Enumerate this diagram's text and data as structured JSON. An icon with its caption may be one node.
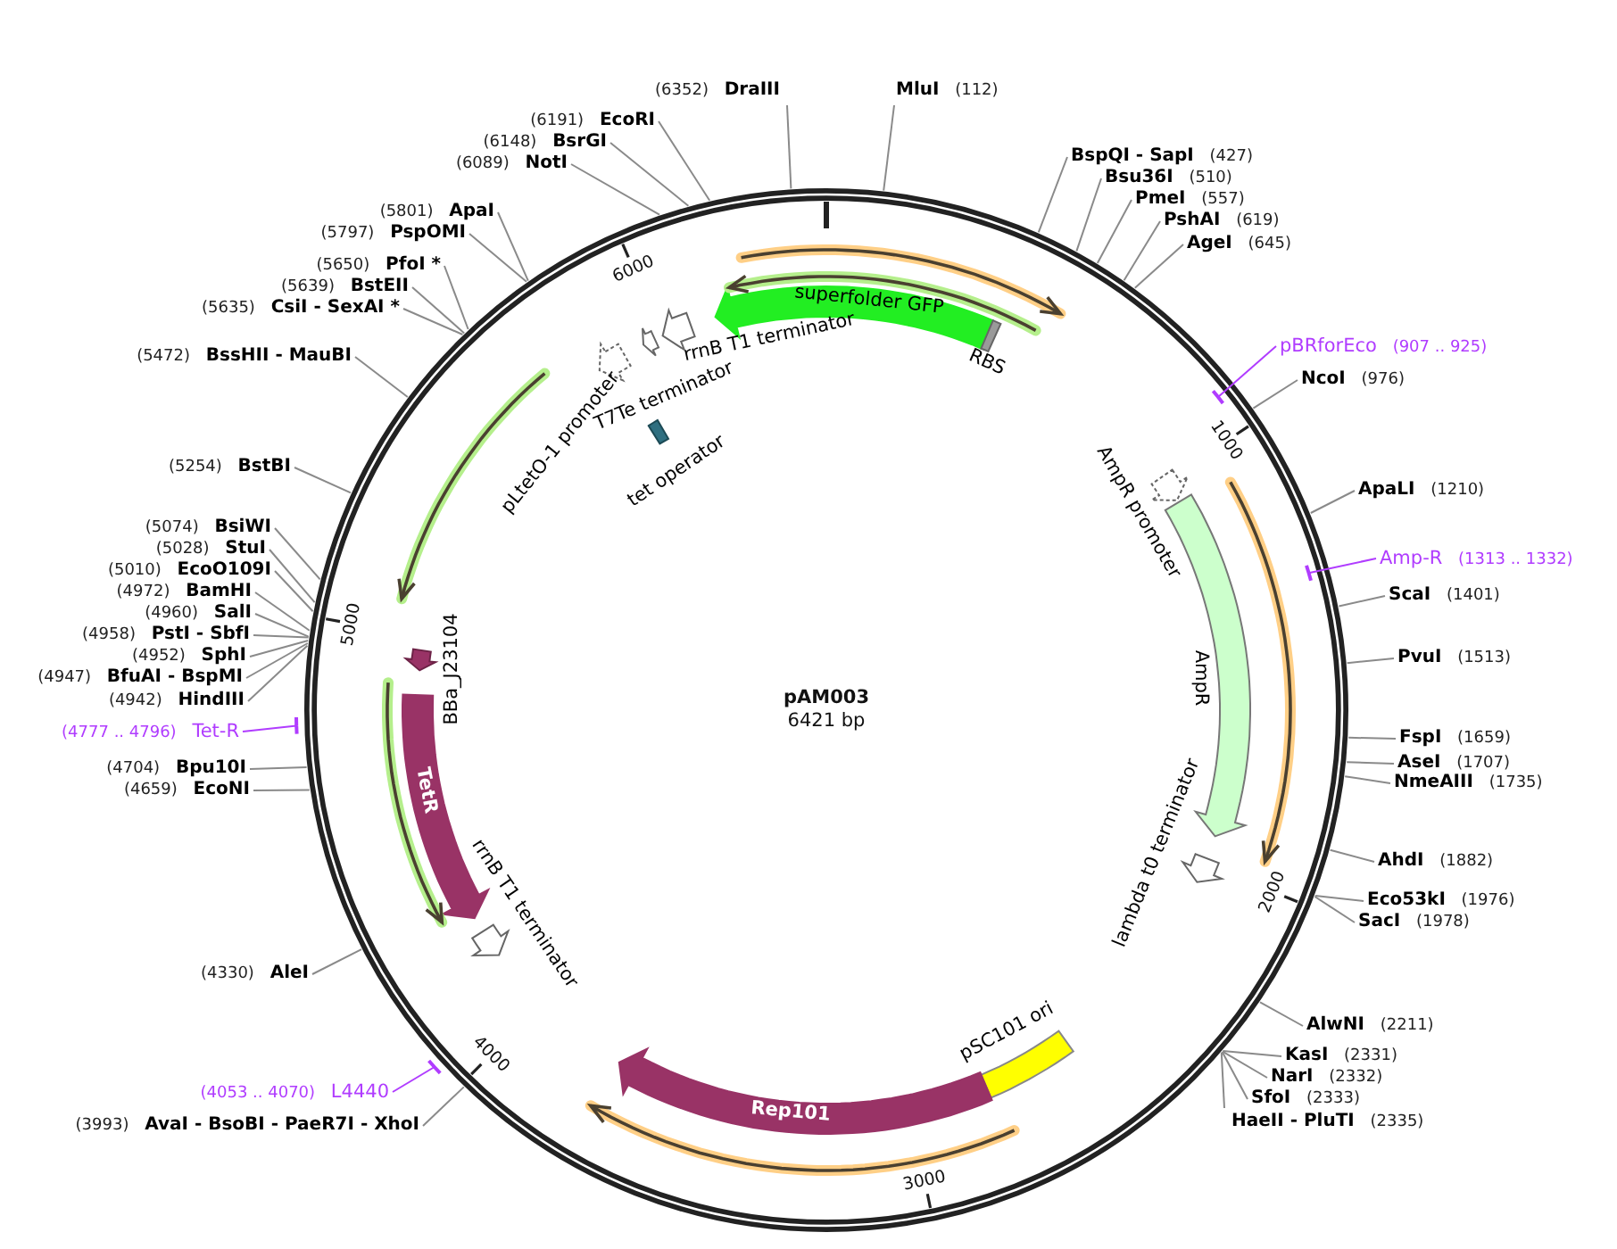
{
  "diagram": {
    "nodes": [
      {
        "text": [
          "(6191)",
          "EcoRI"
        ]
      },
      {
        "text": [
          "(6148)",
          "BsrGI"
        ]
      },
      {
        "text": [
          "(6089)",
          "NotI"
        ]
      },
      {
        "text": [
          "(6352)",
          "DraIII"
        ]
      },
      {
        "text": [
          "MluI",
          "(112)"
        ]
      },
      {
        "text": [
          "(5801)",
          "ApaI"
        ]
      },
      {
        "text": [
          "(5797)",
          "PspOMI"
        ]
      },
      {
        "text": [
          "(5650)",
          "PfoI *"
        ]
      },
      {
        "text": [
          "(5639)",
          "BstEII"
        ]
      },
      {
        "text": [
          "(5635)",
          "CsiI - SexAI *"
        ]
      },
      {
        "text": [
          "(5472)",
          "BssHII - MauBI"
        ]
      },
      {
        "text": [
          "(5254)",
          "BstBI"
        ]
      },
      {
        "text": [
          "(5074)",
          "BsiWI"
        ]
      },
      {
        "text": [
          "(5028)",
          "StuI"
        ]
      },
      {
        "text": [
          "(5010)",
          "EcoO109I"
        ]
      },
      {
        "text": [
          "(4972)",
          "BamHI"
        ]
      },
      {
        "text": [
          "(4960)",
          "SalI"
        ]
      },
      {
        "text": [
          "(4958)",
          "PstI - SbfI"
        ]
      },
      {
        "text": [
          "(4952)",
          "SphI"
        ]
      },
      {
        "text": [
          "(4947)",
          "BfuAI - BspMI"
        ]
      },
      {
        "text": [
          "(4942)",
          "HindIII"
        ]
      },
      {
        "text": [
          "(4777 .. 4796)",
          "Tet-R"
        ]
      },
      {
        "text": [
          "(4704)",
          "Bpu10I"
        ]
      },
      {
        "text": [
          "(4659)",
          "EcoNI"
        ]
      },
      {
        "text": [
          "(4330)",
          "AleI"
        ]
      },
      {
        "text": [
          "(4053 .. 4070)",
          "L4440"
        ]
      },
      {
        "text": [
          "(3993)",
          "AvaI - BsoBI - PaeR7I - XhoI"
        ]
      },
      {
        "text": [
          "BspQI - SapI",
          "(427)"
        ]
      },
      {
        "text": [
          "Bsu36I",
          "(510)"
        ]
      },
      {
        "text": [
          "PmeI",
          "(557)"
        ]
      },
      {
        "text": [
          "PshAI",
          "(619)"
        ]
      },
      {
        "text": [
          "AgeI",
          "(645)"
        ]
      },
      {
        "text": [
          "pBRforEco",
          "(907 .. 925)"
        ]
      },
      {
        "text": [
          "NcoI",
          "(976)"
        ]
      },
      {
        "text": [
          "ApaLI",
          "(1210)"
        ]
      },
      {
        "text": [
          "Amp-R",
          "(1313 .. 1332)"
        ]
      },
      {
        "text": [
          "ScaI",
          "(1401)"
        ]
      },
      {
        "text": [
          "PvuI",
          "(1513)"
        ]
      },
      {
        "text": [
          "FspI",
          "(1659)"
        ]
      },
      {
        "text": [
          "AseI",
          "(1707)"
        ]
      },
      {
        "text": [
          "NmeAIII",
          "(1735)"
        ]
      },
      {
        "text": [
          "AhdI",
          "(1882)"
        ]
      },
      {
        "text": [
          "Eco53kI",
          "(1976)"
        ]
      },
      {
        "text": [
          "SacI",
          "(1978)"
        ]
      },
      {
        "text": [
          "AlwNI",
          "(2211)"
        ]
      },
      {
        "text": [
          "KasI",
          "(2331)"
        ]
      },
      {
        "text": [
          "NarI",
          "(2332)"
        ]
      },
      {
        "text": [
          "SfoI",
          "(2333)"
        ]
      },
      {
        "text": [
          "HaeII - PluTI",
          "(2335)"
        ]
      },
      {
        "text": [],
        "shape": "circle"
      },
      {
        "text": [
          "superfolder GFP"
        ],
        "in": 49
      },
      {
        "text": [
          "RBS"
        ],
        "in": 49
      },
      {
        "text": [
          "rrnB T1 terminator"
        ],
        "in": 49
      },
      {
        "text": [
          "T7Te terminator"
        ],
        "in": 49
      },
      {
        "text": [
          "pLtetO-1 promoter"
        ],
        "in": 49
      },
      {
        "text": [
          "tet operator"
        ],
        "in": 49
      },
      {
        "text": [
          "AmpR promoter"
        ],
        "in": 49
      },
      {
        "text": [
          "AmpR"
        ],
        "in": 49
      },
      {
        "text": [
          "lambda t0 terminator"
        ],
        "in": 49
      },
      {
        "text": [
          "pSC101 ori"
        ],
        "in": 49
      },
      {
        "text": [
          "Rep101"
        ],
        "in": 49
      },
      {
        "text": [
          "TetR"
        ],
        "in": 49
      },
      {
        "text": [
          "BBa_J23104"
        ],
        "in": 49
      },
      {
        "text": [
          "rrnB T1 terminator"
        ],
        "in": 49
      }
    ],
    "edges": [
      {
        "from": 0,
        "to": 49,
        "arrow": "none"
      },
      {
        "from": 1,
        "to": 49,
        "arrow": "none"
      },
      {
        "from": 2,
        "to": 49,
        "arrow": "none"
      },
      {
        "from": 3,
        "to": 49,
        "arrow": "none"
      },
      {
        "from": 4,
        "to": 49,
        "arrow": "none"
      },
      {
        "from": 5,
        "to": 49,
        "arrow": "none"
      },
      {
        "from": 6,
        "to": 49,
        "arrow": "none"
      },
      {
        "from": 7,
        "to": 49,
        "arrow": "none"
      },
      {
        "from": 8,
        "to": 49,
        "arrow": "none"
      },
      {
        "from": 9,
        "to": 49,
        "arrow": "none"
      },
      {
        "from": 10,
        "to": 49,
        "arrow": "none"
      },
      {
        "from": 11,
        "to": 49,
        "arrow": "none"
      },
      {
        "from": 12,
        "to": 49,
        "arrow": "none"
      },
      {
        "from": 13,
        "to": 49,
        "arrow": "none"
      },
      {
        "from": 14,
        "to": 49,
        "arrow": "none"
      },
      {
        "from": 15,
        "to": 49,
        "arrow": "none"
      },
      {
        "from": 16,
        "to": 49,
        "arrow": "none"
      },
      {
        "from": 17,
        "to": 49,
        "arrow": "none"
      },
      {
        "from": 18,
        "to": 49,
        "arrow": "none"
      },
      {
        "from": 19,
        "to": 49,
        "arrow": "none"
      },
      {
        "from": 20,
        "to": 49,
        "arrow": "none"
      },
      {
        "from": 21,
        "to": 49,
        "arrow": "none",
        "color": "#b03cff"
      },
      {
        "from": 22,
        "to": 49,
        "arrow": "none"
      },
      {
        "from": 23,
        "to": 49,
        "arrow": "none"
      },
      {
        "from": 24,
        "to": 49,
        "arrow": "none"
      },
      {
        "from": 25,
        "to": 49,
        "arrow": "none",
        "color": "#b03cff"
      },
      {
        "from": 26,
        "to": 49,
        "arrow": "none"
      },
      {
        "from": 27,
        "to": 49,
        "arrow": "none"
      },
      {
        "from": 28,
        "to": 49,
        "arrow": "none"
      },
      {
        "from": 29,
        "to": 49,
        "arrow": "none"
      },
      {
        "from": 30,
        "to": 49,
        "arrow": "none"
      },
      {
        "from": 31,
        "to": 49,
        "arrow": "none"
      },
      {
        "from": 32,
        "to": 49,
        "arrow": "none",
        "color": "#b03cff"
      },
      {
        "from": 33,
        "to": 49,
        "arrow": "none"
      },
      {
        "from": 34,
        "to": 49,
        "arrow": "none"
      },
      {
        "from": 35,
        "to": 49,
        "arrow": "none",
        "color": "#b03cff"
      },
      {
        "from": 36,
        "to": 49,
        "arrow": "none"
      },
      {
        "from": 37,
        "to": 49,
        "arrow": "none"
      },
      {
        "from": 38,
        "to": 49,
        "arrow": "none"
      },
      {
        "from": 39,
        "to": 49,
        "arrow": "none"
      },
      {
        "from": 40,
        "to": 49,
        "arrow": "none"
      },
      {
        "from": 41,
        "to": 49,
        "arrow": "none"
      },
      {
        "from": 42,
        "to": 49,
        "arrow": "none"
      },
      {
        "from": 43,
        "to": 49,
        "arrow": "none"
      },
      {
        "from": 44,
        "to": 49,
        "arrow": "none"
      },
      {
        "from": 45,
        "to": 49,
        "arrow": "none"
      },
      {
        "from": 46,
        "to": 49,
        "arrow": "none"
      },
      {
        "from": 47,
        "to": 49,
        "arrow": "none"
      },
      {
        "from": 48,
        "to": 49,
        "arrow": "none"
      }
    ],
    "labels": [
      "pAM003",
      "6421 bp",
      "1000",
      "2000",
      "3000",
      "4000",
      "5000",
      "6000"
    ]
  }
}
